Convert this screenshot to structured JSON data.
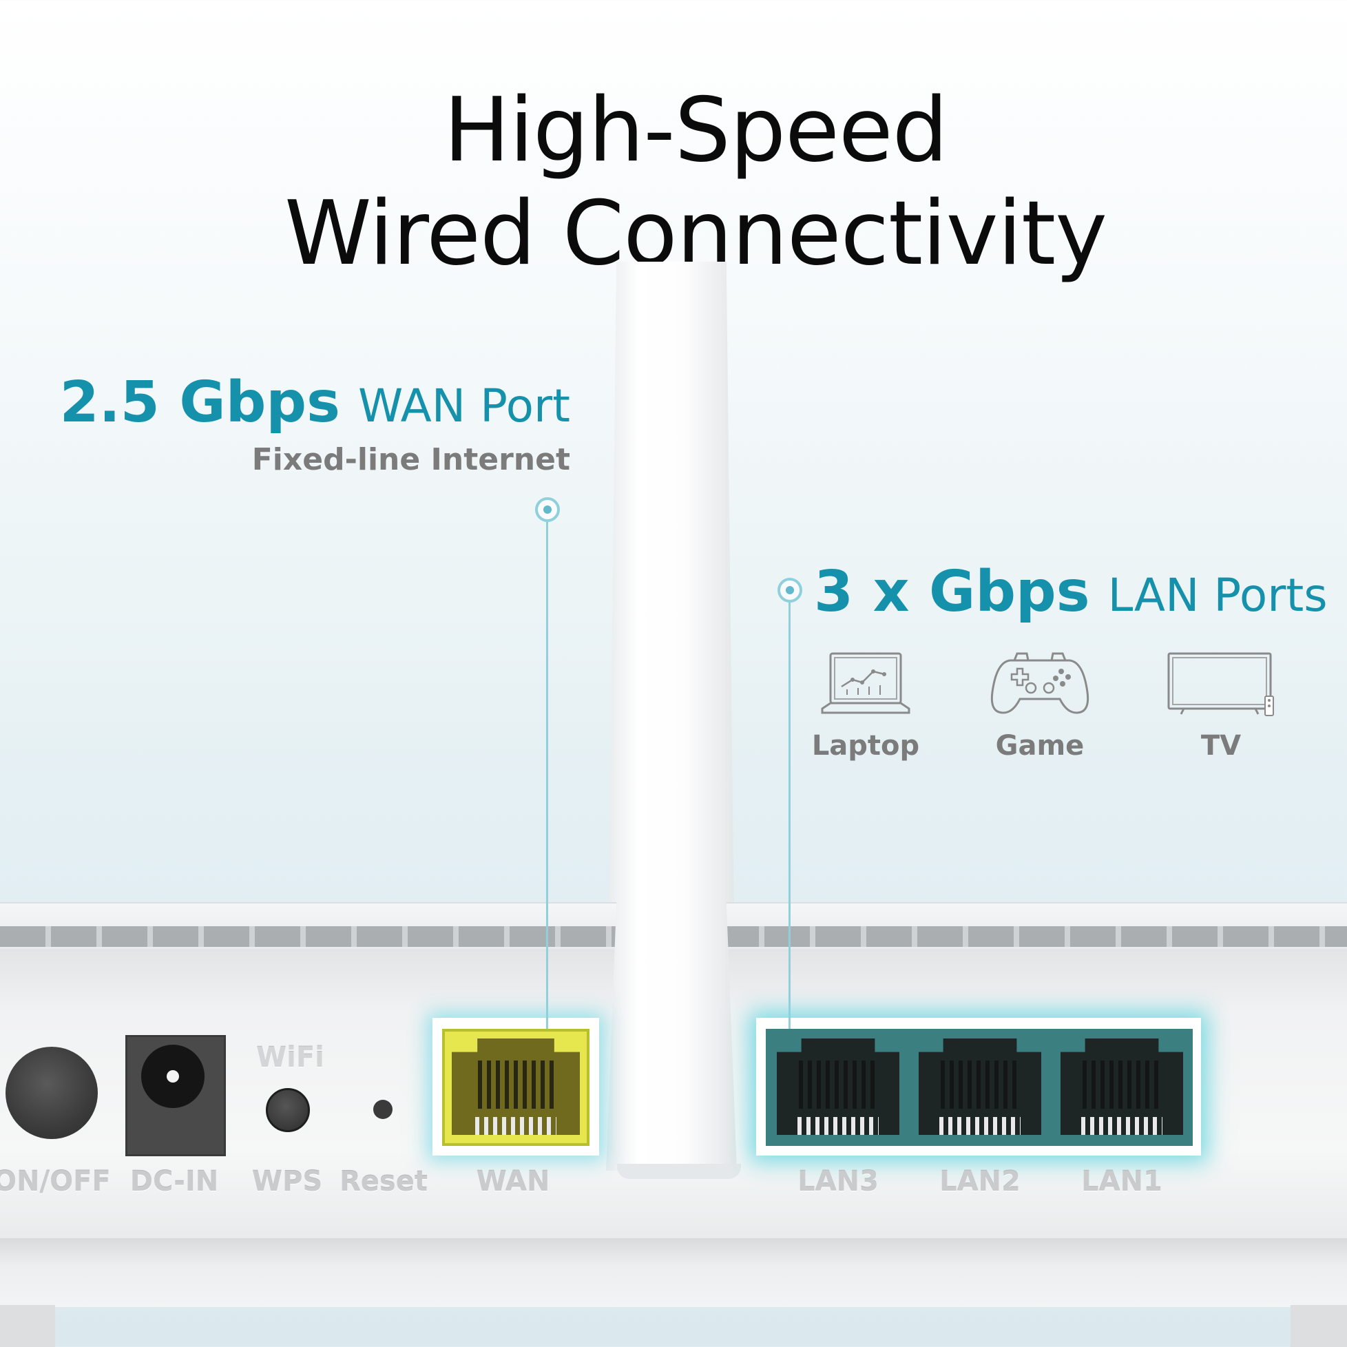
{
  "headline": {
    "line1": "High-Speed",
    "line2": "Wired Connectivity"
  },
  "wan_callout": {
    "speed": "2.5 Gbps",
    "name": "WAN Port",
    "subtitle": "Fixed-line Internet"
  },
  "lan_callout": {
    "speed": "3 x Gbps",
    "name": "LAN Ports",
    "devices": [
      {
        "label": "Laptop",
        "icon": "laptop-icon"
      },
      {
        "label": "Game",
        "icon": "gamepad-icon"
      },
      {
        "label": "TV",
        "icon": "tv-icon"
      }
    ]
  },
  "router_labels": {
    "onoff": "ON/OFF",
    "dcin": "DC-IN",
    "wifi": "WiFi",
    "wps": "WPS",
    "reset": "Reset",
    "wan": "WAN",
    "lan3": "LAN3",
    "lan2": "LAN2",
    "lan1": "LAN1"
  },
  "colors": {
    "accent": "#1591ab",
    "subtext": "#7b7b7b",
    "wan_port": "#e6e64e",
    "lan_port": "#3c7f80",
    "glow": "#87dce6"
  }
}
